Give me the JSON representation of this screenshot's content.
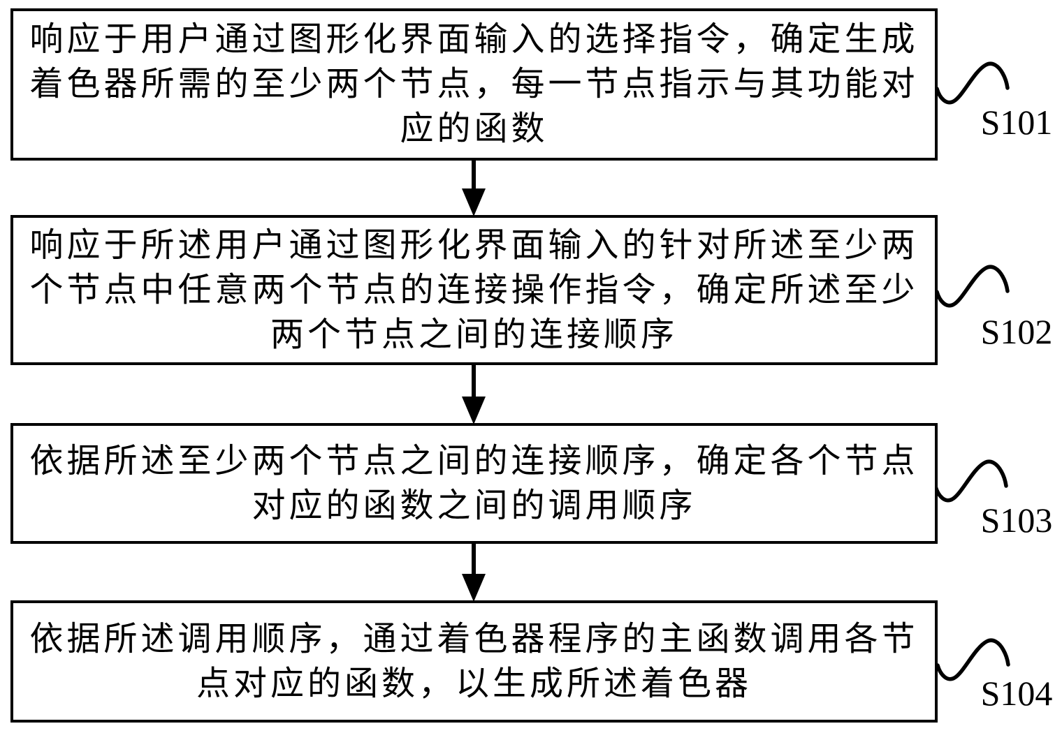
{
  "diagram": {
    "type": "flowchart",
    "colors": {
      "ink": "#000000",
      "background": "#ffffff"
    },
    "steps": [
      {
        "id": "S101",
        "label": "S101",
        "lines": [
          "响应于用户通过图形化界面输入的选择指令，确定生成",
          "着色器所需的至少两个节点，每一节点指示与其功能对",
          "应的函数"
        ]
      },
      {
        "id": "S102",
        "label": "S102",
        "lines": [
          "响应于所述用户通过图形化界面输入的针对所述至少两",
          "个节点中任意两个节点的连接操作指令，确定所述至少",
          "两个节点之间的连接顺序"
        ]
      },
      {
        "id": "S103",
        "label": "S103",
        "lines": [
          "依据所述至少两个节点之间的连接顺序，确定各个节点",
          "对应的函数之间的调用顺序"
        ]
      },
      {
        "id": "S104",
        "label": "S104",
        "lines": [
          "依据所述调用顺序，通过着色器程序的主函数调用各节",
          "点对应的函数，以生成所述着色器"
        ]
      }
    ],
    "connector_style": "wavy-tilde",
    "arrow_direction": "down"
  }
}
